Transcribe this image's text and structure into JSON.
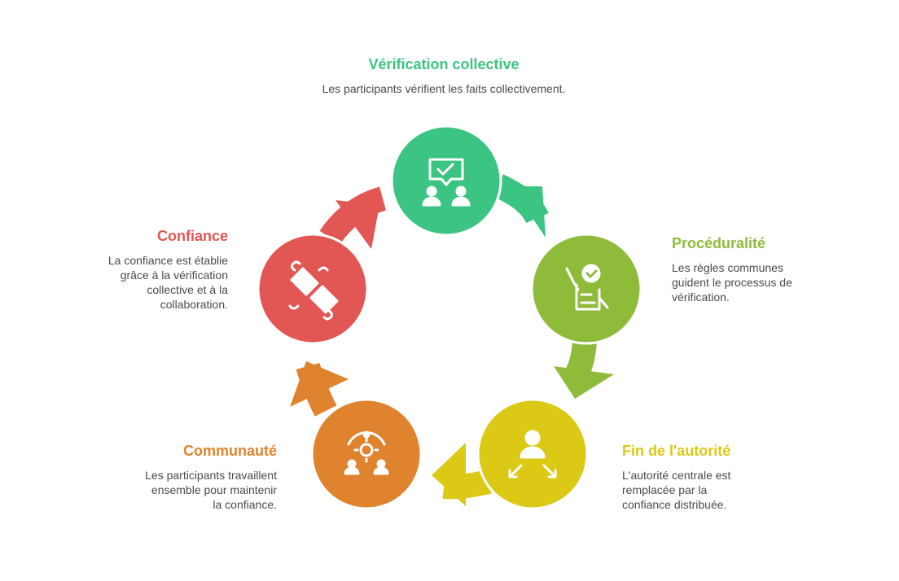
{
  "colors": {
    "green": "#3cc483",
    "lime": "#8fbb3b",
    "yellow": "#dcc915",
    "orange": "#e0832e",
    "red": "#e25753"
  },
  "nodes": [
    {
      "id": "verification",
      "title": "Vérification collective",
      "description": "Les participants vérifient les faits collectivement.",
      "icon": "chat-check-people-icon"
    },
    {
      "id": "proceduralite",
      "title": "Procéduralité",
      "description": "Les règles communes\nguident le processus de\nvérification.",
      "icon": "checklist-hand-icon"
    },
    {
      "id": "fin-autorite",
      "title": "Fin de l'autorité",
      "description": "L'autorité centrale est\nremplacée par la\nconfiance distribuée.",
      "icon": "person-arrows-icon"
    },
    {
      "id": "communaute",
      "title": "Communauté",
      "description": "Les participants travaillent\nensemble pour maintenir\nla confiance.",
      "icon": "group-gear-icon"
    },
    {
      "id": "confiance",
      "title": "Confiance",
      "description": "La confiance est établie\ngrâce à la vérification\ncollective et à la\ncollaboration.",
      "icon": "handshake-icon"
    }
  ]
}
